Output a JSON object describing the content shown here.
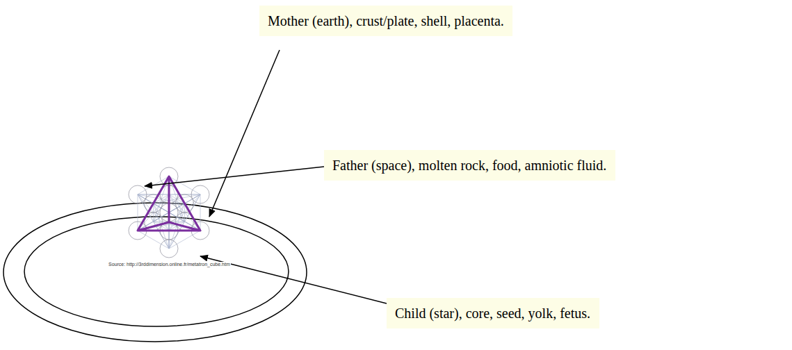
{
  "diagram": {
    "nodes": [
      {
        "text": [
          "Mother (earth), crust/plate, shell, placenta."
        ]
      },
      {
        "text": [
          "Father (space), molten rock, food, amniotic fluid."
        ]
      },
      {
        "text": [
          "Child (star), core, seed, yolk, fetus."
        ]
      }
    ],
    "labels": [
      "Source: http://3rddimension.online.fr/metatron_cube.htm"
    ]
  }
}
